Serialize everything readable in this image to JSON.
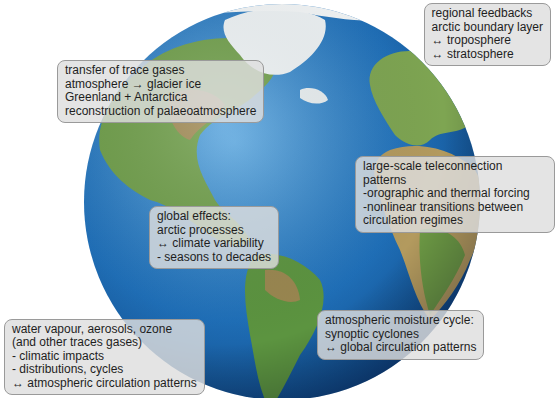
{
  "diagram": {
    "nodes": [
      {
        "text": [
          "regional feedbacks",
          "arctic boundary layer",
          "↔ troposphere",
          "↔ stratosphere"
        ]
      },
      {
        "text": [
          "transfer of trace gases",
          "atmosphere → glacier ice",
          "Greenland + Antarctica",
          "reconstruction of palaeoatmosphere"
        ]
      },
      {
        "text": [
          "large-scale teleconnection patterns",
          "-orographic and thermal forcing",
          "-nonlinear transitions between circulation regimes"
        ]
      },
      {
        "text": [
          "global effects:",
          "arctic processes",
          "↔ climate variability",
          "- seasons to decades"
        ]
      },
      {
        "text": [
          "water vapour, aerosols, ozone",
          "(and other traces gases)",
          "- climatic impacts",
          "- distributions, cycles",
          "↔ atmospheric circulation patterns"
        ]
      },
      {
        "text": [
          "atmospheric moisture cycle:",
          "synoptic cyclones",
          "↔ global circulation patterns"
        ]
      }
    ]
  }
}
